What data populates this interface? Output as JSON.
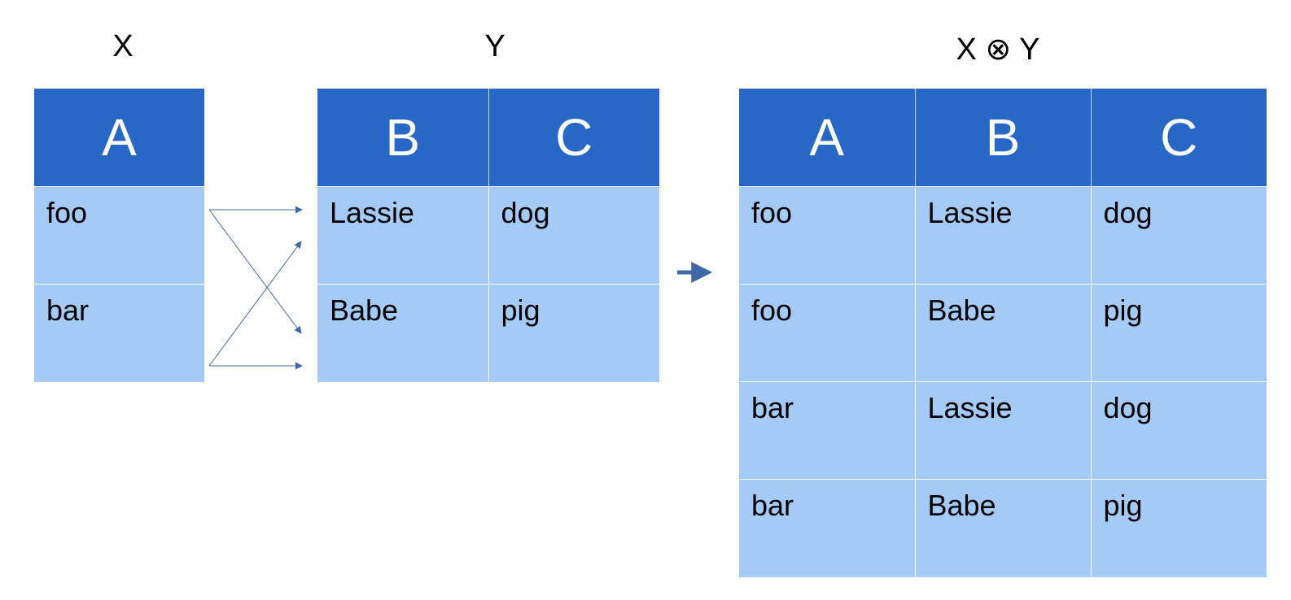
{
  "titles": {
    "x": "X",
    "y": "Y",
    "xy": "X ⊗ Y"
  },
  "table_x": {
    "headers": [
      "A"
    ],
    "rows": [
      [
        "foo"
      ],
      [
        "bar"
      ]
    ]
  },
  "table_y": {
    "headers": [
      "B",
      "C"
    ],
    "rows": [
      [
        "Lassie",
        "dog"
      ],
      [
        "Babe",
        "pig"
      ]
    ]
  },
  "table_xy": {
    "headers": [
      "A",
      "B",
      "C"
    ],
    "rows": [
      [
        "foo",
        "Lassie",
        "dog"
      ],
      [
        "foo",
        "Babe",
        "pig"
      ],
      [
        "bar",
        "Lassie",
        "dog"
      ],
      [
        "bar",
        "Babe",
        "pig"
      ]
    ]
  },
  "colors": {
    "header": "#2767c6",
    "cell": "#a4cbf8",
    "arrow": "#4068a8"
  }
}
